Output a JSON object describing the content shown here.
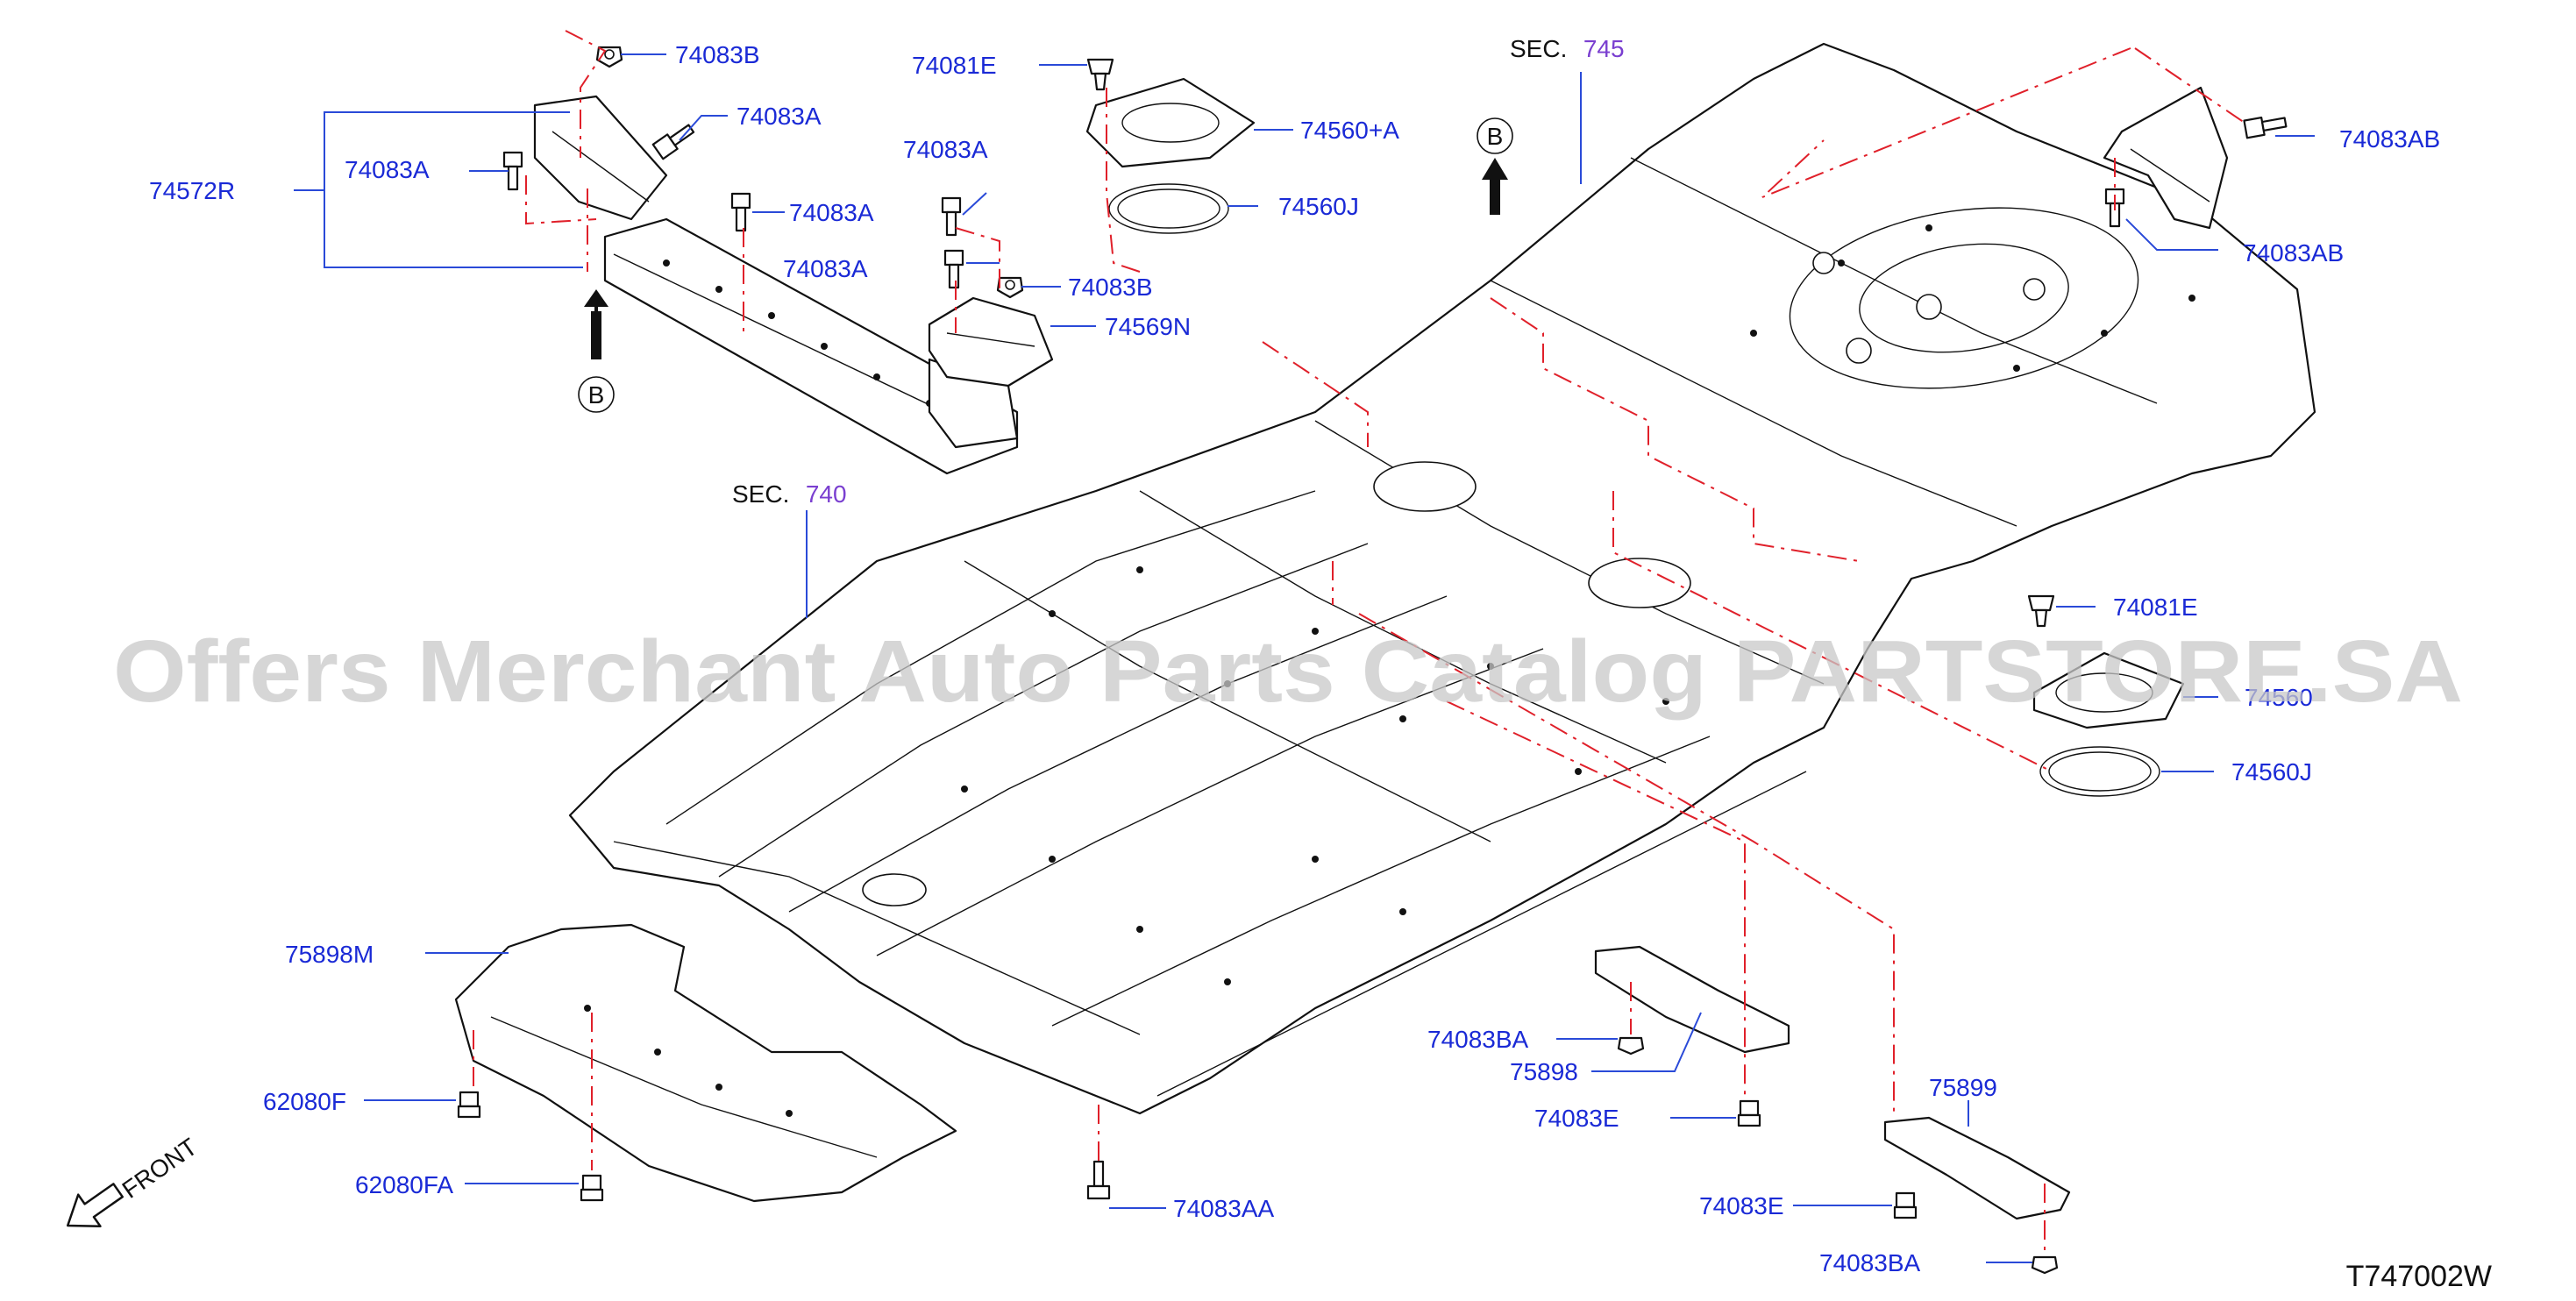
{
  "watermark": "Offers Merchant Auto Parts Catalog PARTSTORE.SA",
  "diagram_code": "T747002W",
  "front_label": "FRONT",
  "view_marker": "B",
  "sections": [
    {
      "prefix": "SEC.",
      "number": "745"
    },
    {
      "prefix": "SEC.",
      "number": "740"
    }
  ],
  "part_labels": {
    "p74083B_top": "74083B",
    "p74083A_1": "74083A",
    "p74572R": "74572R",
    "p74083A_2": "74083A",
    "p74083A_3": "74083A",
    "p74083A_4": "74083A",
    "p74081E_top": "74081E",
    "p74083A_5": "74083A",
    "p74560A": "74560+A",
    "p74560J_top": "74560J",
    "p74083B_mid": "74083B",
    "p74569N": "74569N",
    "p74083AB_1": "74083AB",
    "p74083AB_2": "74083AB",
    "p74081E_right": "74081E",
    "p74560_right": "74560",
    "p74560J_right": "74560J",
    "p75898M": "75898M",
    "p62080F": "62080F",
    "p62080FA": "62080FA",
    "p74083AA": "74083AA",
    "p74083BA_1": "74083BA",
    "p75898": "75898",
    "p74083E_1": "74083E",
    "p75899": "75899",
    "p74083E_2": "74083E",
    "p74083BA_2": "74083BA"
  }
}
